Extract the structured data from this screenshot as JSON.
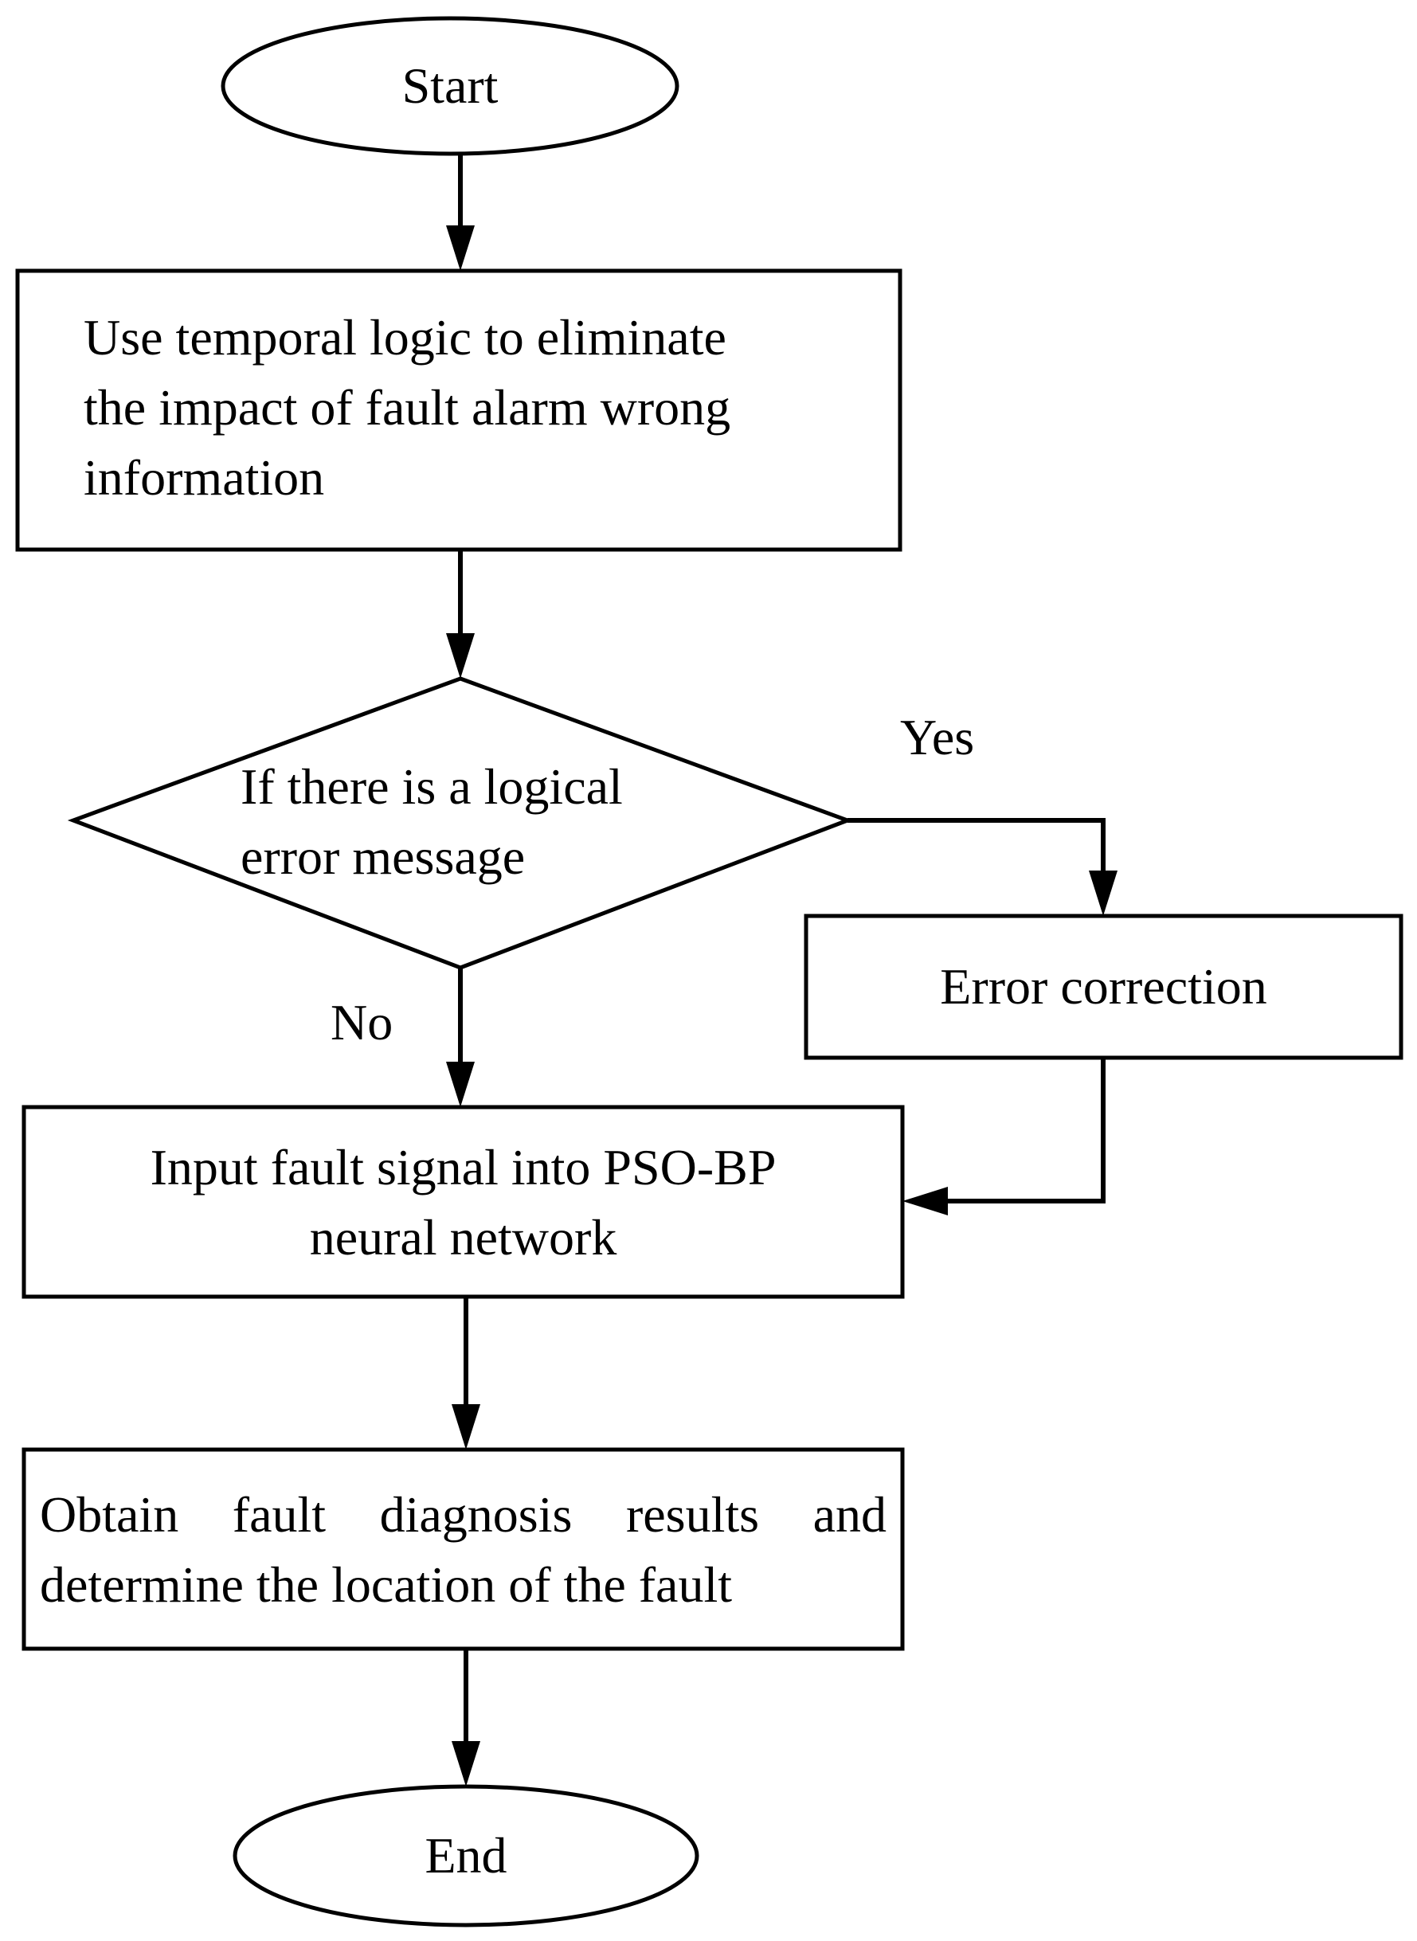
{
  "nodes": {
    "start": "Start",
    "step1": {
      "lines": [
        "Use temporal logic to eliminate",
        "the impact of fault alarm wrong",
        "information"
      ]
    },
    "decision": {
      "lines": [
        "If there is a logical",
        "error message"
      ]
    },
    "correction": "Error correction",
    "step2": {
      "lines": [
        "Input fault signal into PSO-BP",
        "neural network"
      ]
    },
    "step3": {
      "line1_words": [
        "Obtain",
        "fault",
        "diagnosis",
        "results",
        "and"
      ],
      "line2": "determine the location of the fault"
    },
    "end": "End"
  },
  "branches": {
    "yes": "Yes",
    "no": "No"
  }
}
